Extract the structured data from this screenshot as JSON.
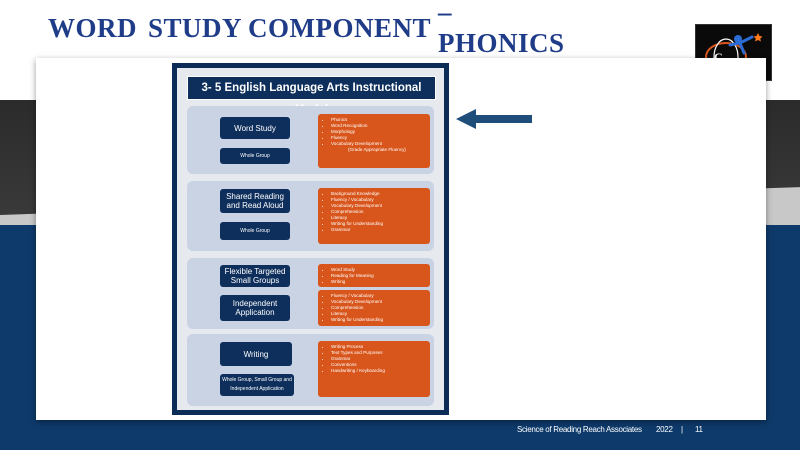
{
  "slide": {
    "title_parts": [
      "WORD",
      "STUDY",
      "COMPONENT",
      "– PHONICS"
    ],
    "logo_icon": "organization-logo"
  },
  "model": {
    "title": "3- 5 English Language Arts Instructional Model",
    "sections": [
      {
        "primary": "Word Study",
        "secondary": "Whole Group",
        "items": [
          "Phonics",
          "Word Recognition",
          "Morphology",
          "Fluency",
          "Vocabulary Development",
          "(Grade Appropriate Fluency)"
        ]
      },
      {
        "primary": "Shared Reading and Read Aloud",
        "secondary": "Whole Group",
        "items": [
          "Background Knowledge",
          "Fluency / Vocabulary",
          "Vocabulary Development",
          "Comprehension",
          "Literacy",
          "Writing for Understanding",
          "Grammar"
        ]
      },
      {
        "primary": "Flexible Targeted Small Groups",
        "secondary": "",
        "items": [
          "Word Study",
          "Reading for Meaning",
          "Writing"
        ]
      },
      {
        "primary": "Independent Application",
        "secondary": "",
        "items": [
          "Fluency / Vocabulary",
          "Vocabulary Development",
          "Comprehension",
          "Literacy",
          "Writing for Understanding"
        ]
      },
      {
        "primary": "Writing",
        "secondary": "Whole Group, Small Group and Independent Application",
        "items": [
          "Writing Process",
          "Text Types and Purposes",
          "Grammar",
          "Conventions",
          "Handwriting / Keyboarding"
        ]
      }
    ]
  },
  "footer": {
    "left": "Science of Reading Reach Associates",
    "year": "2022",
    "separator": "|",
    "page": "11"
  },
  "colors": {
    "title": "#1f3c88",
    "navy": "#0e2f5c",
    "orange": "#d8561c",
    "band_blue": "#0e3a6b"
  }
}
